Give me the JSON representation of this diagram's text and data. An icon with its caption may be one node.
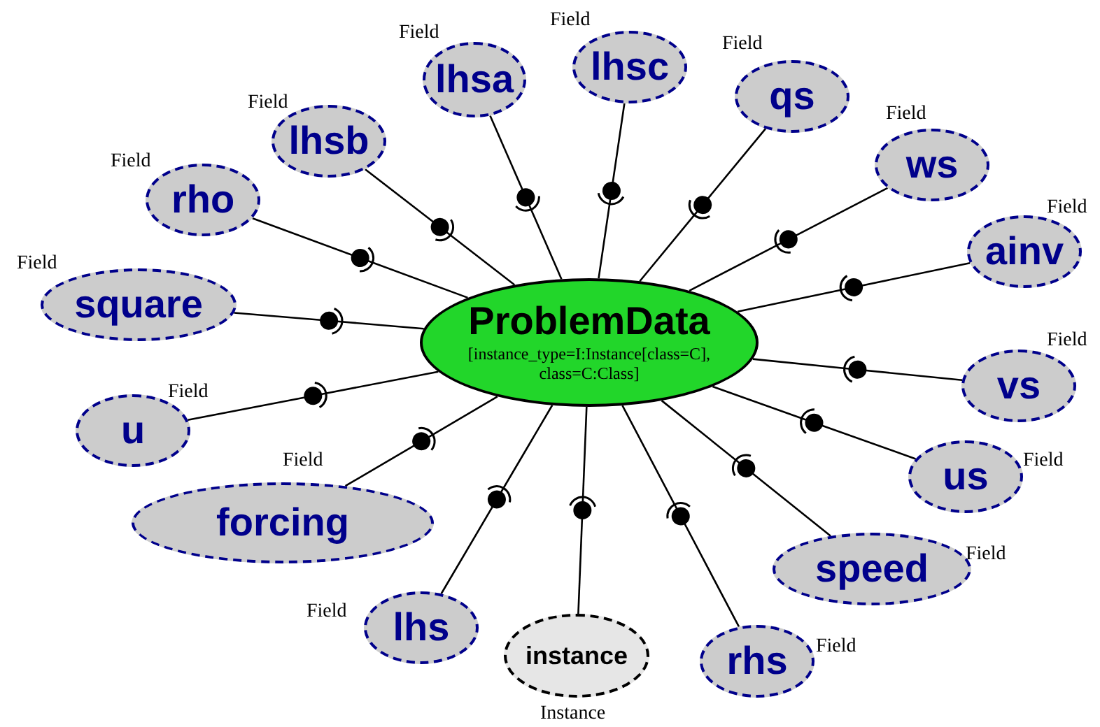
{
  "diagram": {
    "nodes": [
      {
        "text": [
          "ProblemData",
          "[instance_type=I:Instance[class=C], class=C:Class]"
        ]
      },
      {
        "text": [
          "lhsa"
        ],
        "beside": [
          "Field"
        ]
      },
      {
        "text": [
          "lhsc"
        ],
        "beside": [
          "Field"
        ]
      },
      {
        "text": [
          "qs"
        ],
        "beside": [
          "Field"
        ]
      },
      {
        "text": [
          "ws"
        ],
        "beside": [
          "Field"
        ]
      },
      {
        "text": [
          "ainv"
        ],
        "beside": [
          "Field"
        ]
      },
      {
        "text": [
          "vs"
        ],
        "beside": [
          "Field"
        ]
      },
      {
        "text": [
          "us"
        ],
        "beside": [
          "Field"
        ]
      },
      {
        "text": [
          "speed"
        ],
        "beside": [
          "Field"
        ]
      },
      {
        "text": [
          "rhs"
        ],
        "beside": [
          "Field"
        ]
      },
      {
        "text": [
          "instance"
        ],
        "beside": [
          "Instance"
        ]
      },
      {
        "text": [
          "lhs"
        ],
        "beside": [
          "Field"
        ]
      },
      {
        "text": [
          "forcing"
        ],
        "beside": [
          "Field"
        ]
      },
      {
        "text": [
          "u"
        ],
        "beside": [
          "Field"
        ]
      },
      {
        "text": [
          "square"
        ],
        "beside": [
          "Field"
        ]
      },
      {
        "text": [
          "rho"
        ],
        "beside": [
          "Field"
        ]
      },
      {
        "text": [
          "lhsb"
        ],
        "beside": [
          "Field"
        ]
      }
    ],
    "edges": [
      {
        "from": 1,
        "to": 0,
        "arrow": "other"
      },
      {
        "from": 2,
        "to": 0,
        "arrow": "other"
      },
      {
        "from": 3,
        "to": 0,
        "arrow": "other"
      },
      {
        "from": 4,
        "to": 0,
        "arrow": "other"
      },
      {
        "from": 5,
        "to": 0,
        "arrow": "other"
      },
      {
        "from": 6,
        "to": 0,
        "arrow": "other"
      },
      {
        "from": 7,
        "to": 0,
        "arrow": "other"
      },
      {
        "from": 8,
        "to": 0,
        "arrow": "other"
      },
      {
        "from": 9,
        "to": 0,
        "arrow": "other"
      },
      {
        "from": 10,
        "to": 0,
        "arrow": "other"
      },
      {
        "from": 11,
        "to": 0,
        "arrow": "other"
      },
      {
        "from": 12,
        "to": 0,
        "arrow": "other"
      },
      {
        "from": 13,
        "to": 0,
        "arrow": "other"
      },
      {
        "from": 14,
        "to": 0,
        "arrow": "other"
      },
      {
        "from": 15,
        "to": 0,
        "arrow": "other"
      },
      {
        "from": 16,
        "to": 0,
        "arrow": "other"
      }
    ]
  }
}
